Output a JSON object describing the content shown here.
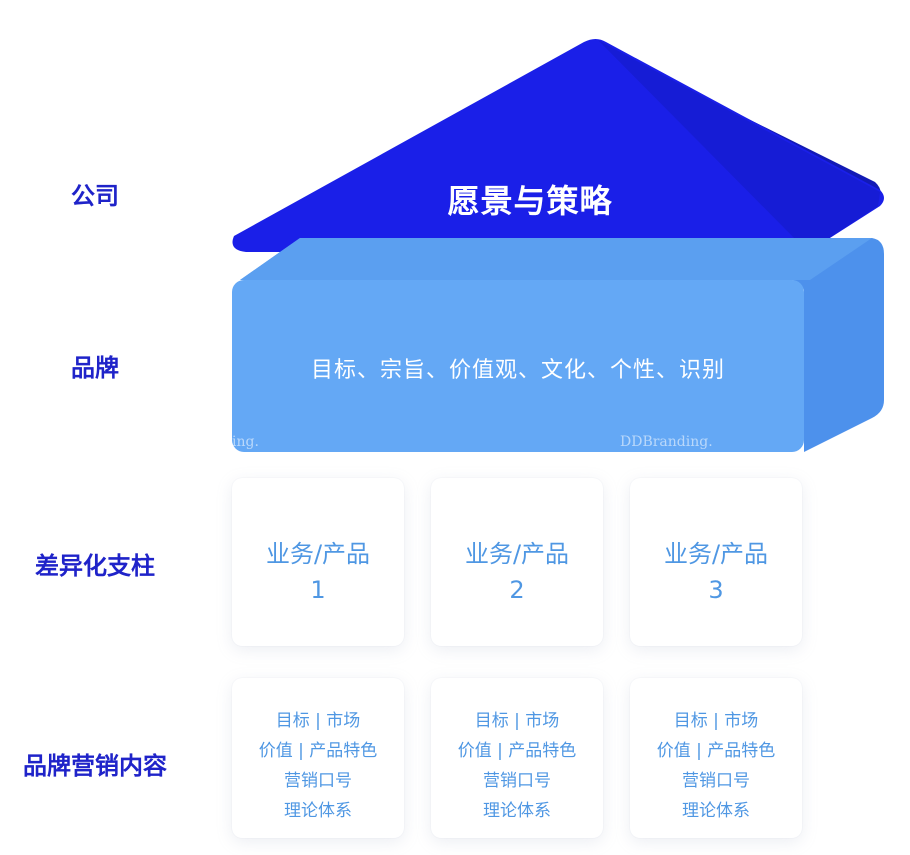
{
  "rows": {
    "company": "公司",
    "brand": "品牌",
    "pillars": "差异化支柱",
    "marketing": "品牌营销内容"
  },
  "roof": {
    "title": "愿景与策略",
    "colors": {
      "front": "#1a1fe8",
      "back": "#121ab5"
    }
  },
  "brand_block": {
    "text": "目标、宗旨、价值观、文化、个性、识别",
    "color": "#64a8f5",
    "side_color": "#4d91ec"
  },
  "watermarks": [
    "ing.",
    "DDBranding."
  ],
  "pillars": [
    {
      "line1": "业务/产品",
      "line2": "1"
    },
    {
      "line1": "业务/产品",
      "line2": "2"
    },
    {
      "line1": "业务/产品",
      "line2": "3"
    }
  ],
  "marketing_content": [
    {
      "lines": [
        "目标 | 市场",
        "价值 | 产品特色",
        "营销口号",
        "理论体系"
      ]
    },
    {
      "lines": [
        "目标 | 市场",
        "价值 | 产品特色",
        "营销口号",
        "理论体系"
      ]
    },
    {
      "lines": [
        "目标 | 市场",
        "价值 | 产品特色",
        "营销口号",
        "理论体系"
      ]
    }
  ],
  "colors": {
    "label": "#1f23c9",
    "pillar_text": "#4f97e3"
  }
}
